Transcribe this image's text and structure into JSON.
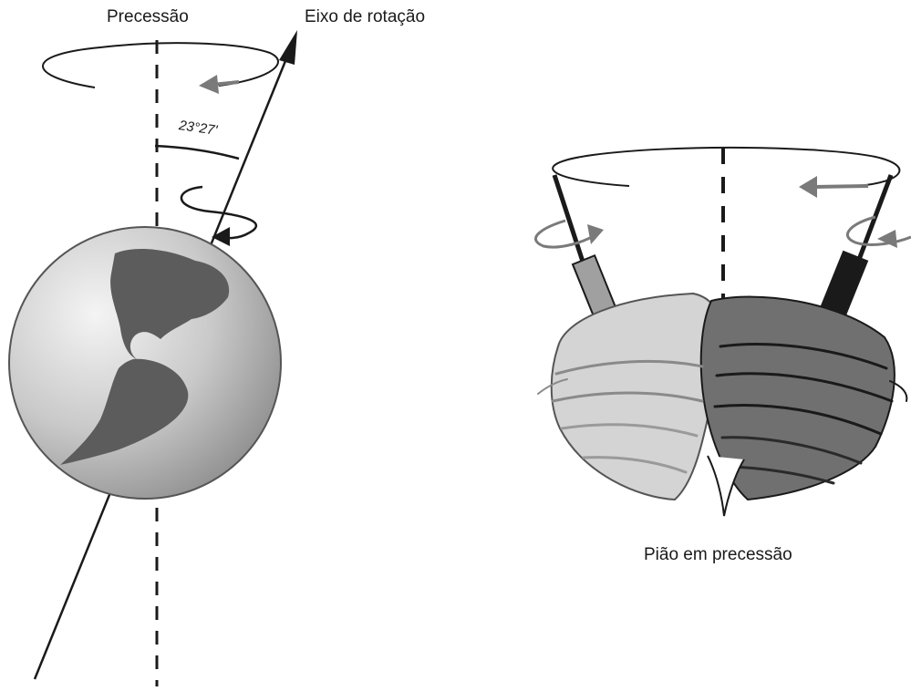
{
  "labels": {
    "precession": "Precessão",
    "rotation_axis": "Eixo de rotação",
    "tilt_angle": "23°27'",
    "spinning_top": "Pião em precessão"
  },
  "icons": {
    "precession_arrow": "curved-arrow-icon",
    "rotation_arrow": "curved-arrow-icon",
    "axis_arrow": "arrowhead-icon"
  },
  "colors": {
    "ink": "#1a1a1a",
    "arrow_gray": "#7a7a7a",
    "land": "#5c5c5c",
    "globe_light": "#f2f2f2",
    "globe_dark": "#8a8a8a",
    "top_light": "#d6d6d6",
    "top_dark": "#6e6e6e"
  }
}
